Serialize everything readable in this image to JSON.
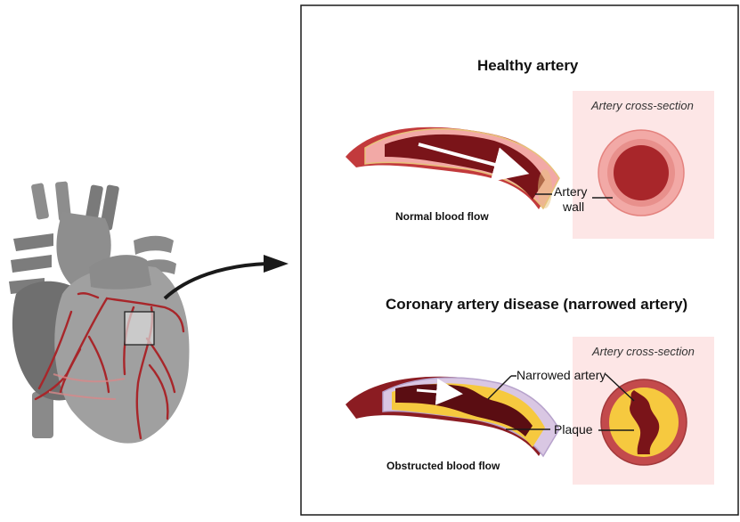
{
  "healthy": {
    "title": "Healthy artery",
    "flow_label": "Normal blood flow",
    "cross_section_label": "Artery cross-section",
    "wall_label_line1": "Artery",
    "wall_label_line2": "wall"
  },
  "disease": {
    "title": "Coronary artery disease (narrowed artery)",
    "flow_label": "Obstructed blood flow",
    "cross_section_label": "Artery cross-section",
    "narrowed_label": "Narrowed artery",
    "plaque_label": "Plaque"
  },
  "colors": {
    "heart_light": "#9c9c9c",
    "heart_dark": "#6f6f6f",
    "vessel": "#a8262a",
    "lumen": "#7a1419",
    "wall": "#f2a9a6",
    "plaque": "#f6c93f",
    "panel_bg": "#fde6e6"
  }
}
